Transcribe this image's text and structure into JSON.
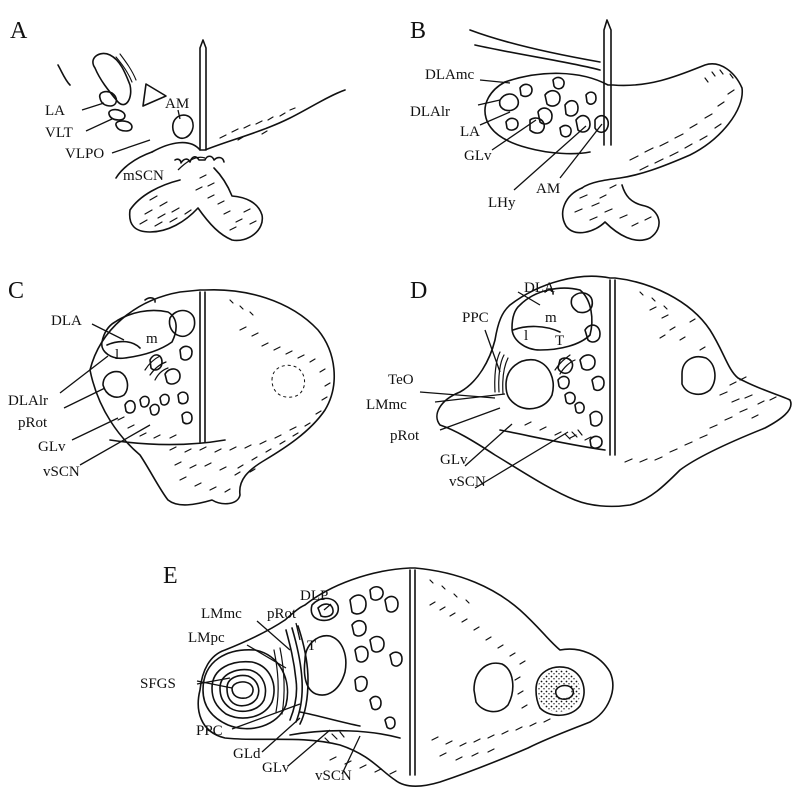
{
  "figure": {
    "panels": [
      {
        "letter": "A",
        "labels": [
          "LA",
          "VLT",
          "VLPO",
          "AM",
          "mSCN"
        ]
      },
      {
        "letter": "B",
        "labels": [
          "DLAmc",
          "DLAlr",
          "LA",
          "GLv",
          "LHy",
          "AM"
        ]
      },
      {
        "letter": "C",
        "labels": [
          "DLA",
          "m",
          "l",
          "DLAlr",
          "pRot",
          "GLv",
          "vSCN"
        ]
      },
      {
        "letter": "D",
        "labels": [
          "DLA",
          "PPC",
          "m",
          "l",
          "T",
          "TeO",
          "LMmc",
          "pRot",
          "GLv",
          "vSCN"
        ]
      },
      {
        "letter": "E",
        "labels": [
          "DLP",
          "LMmc",
          "pRot",
          "LMpc",
          "T",
          "SFGS",
          "PPC",
          "GLd",
          "GLv",
          "vSCN"
        ]
      }
    ]
  }
}
